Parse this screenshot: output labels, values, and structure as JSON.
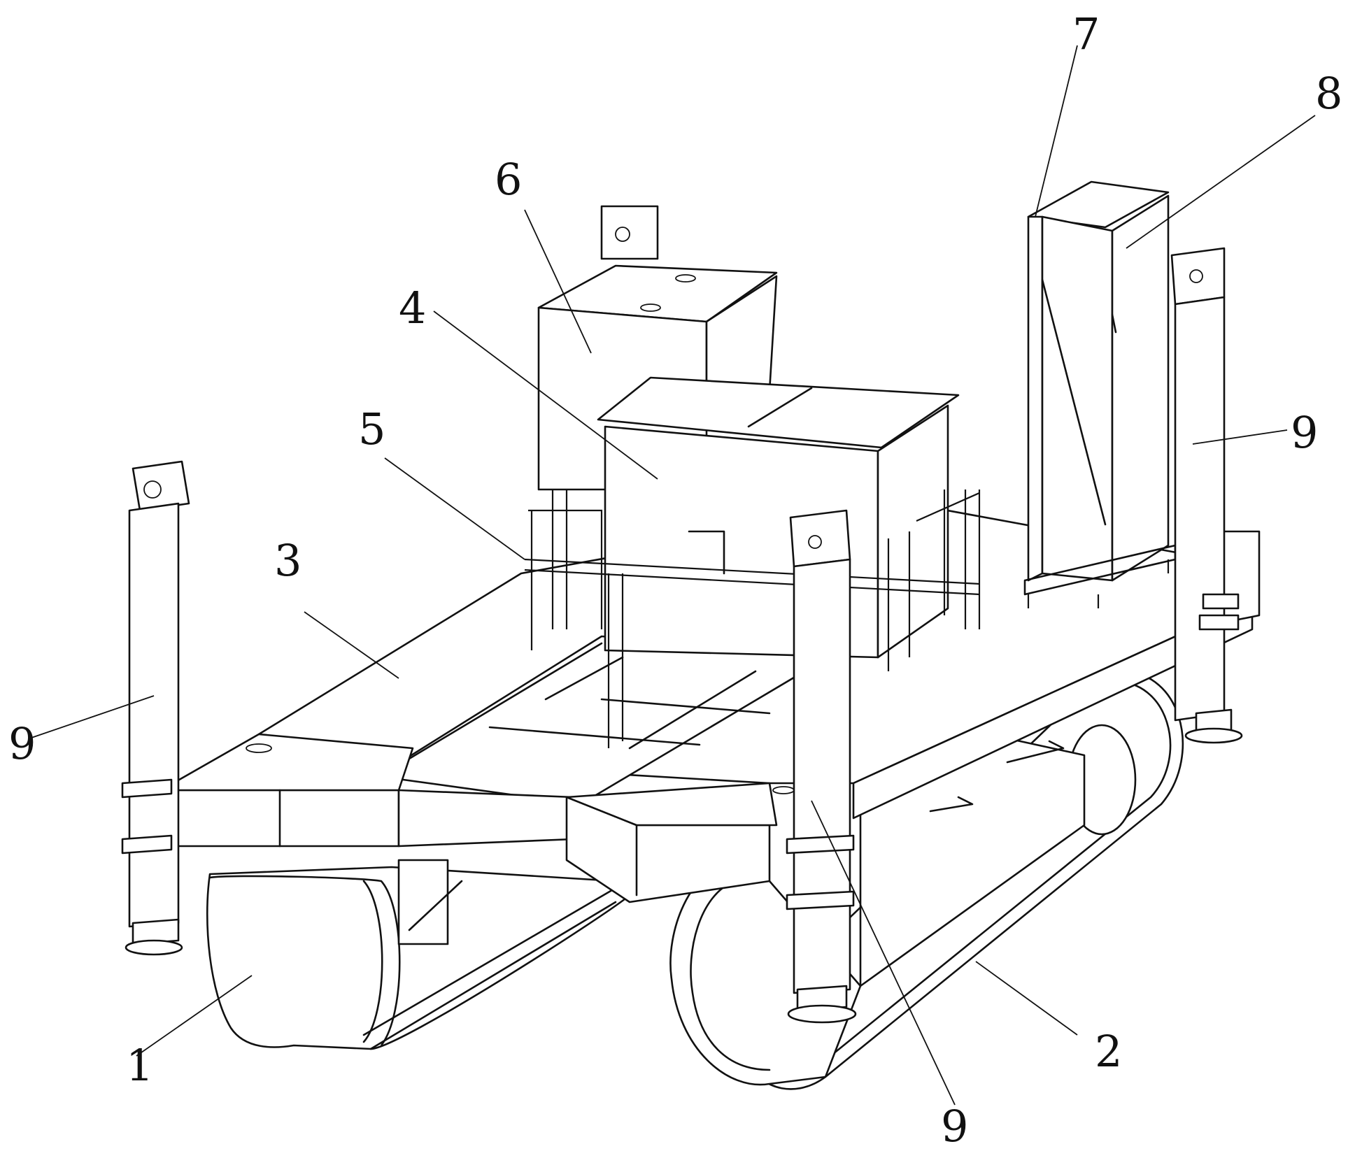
{
  "figure": {
    "labels": [
      {
        "id": "track-left",
        "text": "1"
      },
      {
        "id": "track-right",
        "text": "2"
      },
      {
        "id": "chassis-frame",
        "text": "3"
      },
      {
        "id": "upper-box",
        "text": "4"
      },
      {
        "id": "guard-rail",
        "text": "5"
      },
      {
        "id": "rear-box",
        "text": "6"
      },
      {
        "id": "cabinet-frame",
        "text": "7"
      },
      {
        "id": "control-cabinet",
        "text": "8"
      },
      {
        "id": "outrigger-left",
        "text": "9"
      },
      {
        "id": "outrigger-center",
        "text": "9"
      },
      {
        "id": "outrigger-right",
        "text": "9"
      }
    ]
  }
}
